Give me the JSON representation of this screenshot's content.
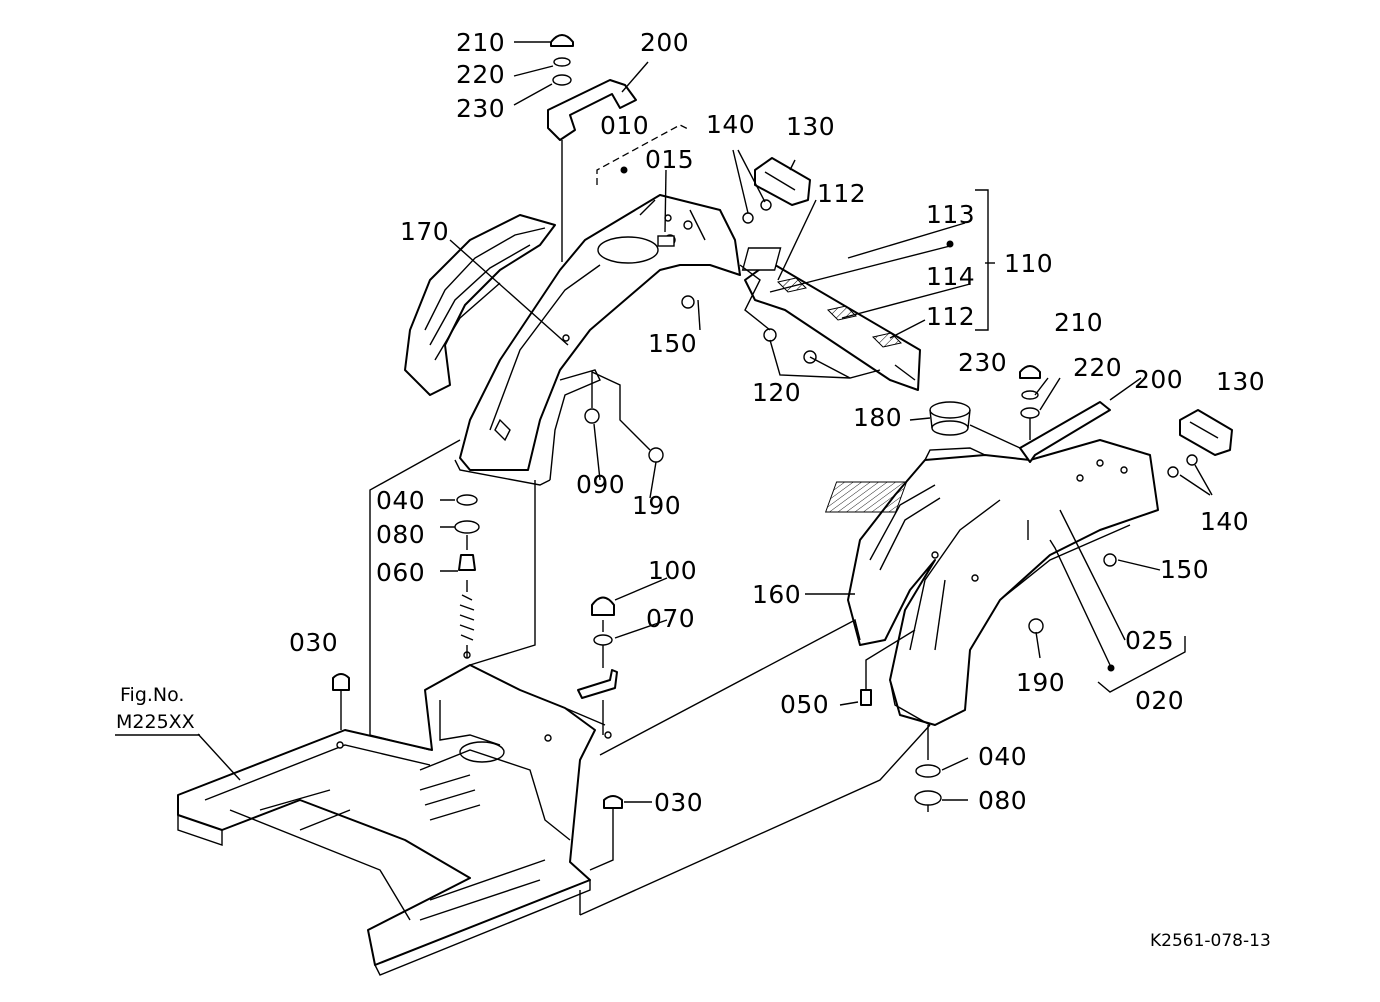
{
  "figure": {
    "drawing_number": "K2561-078-13",
    "reference_text": "Fig.No.",
    "reference_number": "M225XX"
  },
  "part_labels": [
    "210",
    "220",
    "230",
    "200",
    "010",
    "015",
    "140",
    "130",
    "112",
    "113",
    "110",
    "114",
    "112",
    "170",
    "150",
    "120",
    "180",
    "210",
    "230",
    "220",
    "200",
    "130",
    "090",
    "190",
    "040",
    "080",
    "060",
    "100",
    "070",
    "160",
    "150",
    "140",
    "025",
    "020",
    "190",
    "030",
    "050",
    "040",
    "080",
    "030"
  ]
}
